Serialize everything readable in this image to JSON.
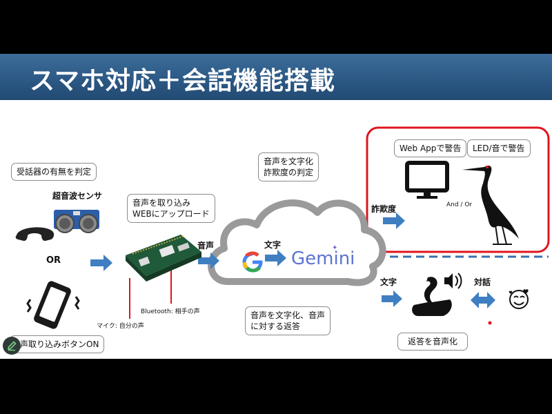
{
  "slide": {
    "title": "スマホ対応＋会話機能搭載",
    "callouts": {
      "receiver_check": "受話器の有無を判定",
      "upload_line1": "音声を取り込み",
      "upload_line2": "WEBにアップロード",
      "text_fraud_line1": "音声を文字化",
      "text_fraud_line2": "詐欺度の判定",
      "web_app_warning": "Web Appで警告",
      "led_warning": "LED/音で警告",
      "response_line1": "音声を文字化、音声",
      "response_line2": "に対する返答",
      "voice_button": "声取り込みボタンON",
      "tts": "返答を音声化"
    },
    "labels": {
      "ultrasonic_sensor": "超音波センサ",
      "or": "OR",
      "voice": "音声",
      "text_inside": "文字",
      "gemini": "Gemini",
      "fraud_degree": "詐欺度",
      "and_or": "And / Or",
      "text_out": "文字",
      "dialogue": "対話",
      "bluetooth": "Bluetooth: 相手の声",
      "mic": "マイク: 自分の声"
    },
    "colors": {
      "title_bar": "#2b5783",
      "arrow": "#3f7fc1",
      "alert_border": "#e0141e",
      "cloud_outline": "#9a9a9a"
    },
    "icons": [
      "telephone-icon",
      "ultrasonic-sensor-icon",
      "smartphone-icon",
      "raspberry-pi-board-icon",
      "google-g-icon",
      "monitor-icon",
      "heron-icon",
      "swan-speaker-icon",
      "smile-face-icon",
      "pencil-icon"
    ]
  }
}
